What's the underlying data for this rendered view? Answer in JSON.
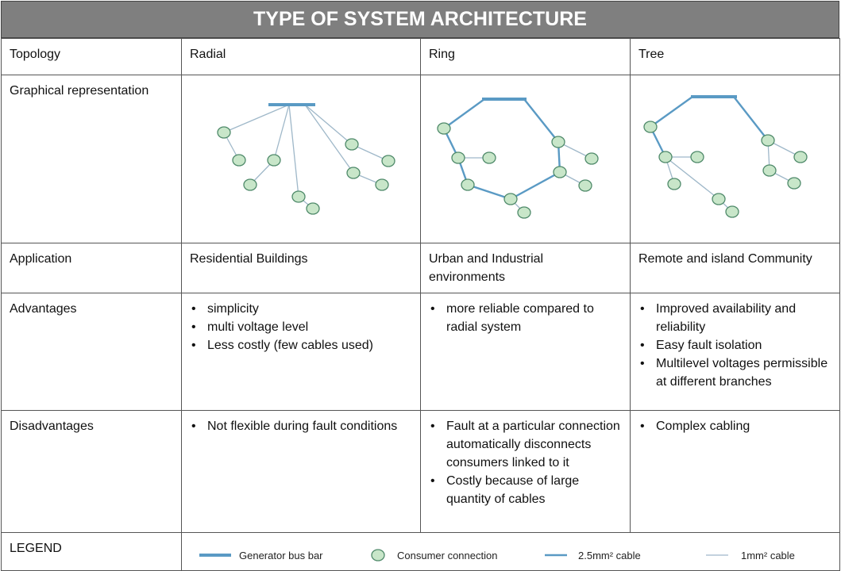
{
  "title": "TYPE OF SYSTEM ARCHITECTURE",
  "rows": {
    "topology": {
      "label": "Topology",
      "radial": "Radial",
      "ring": "Ring",
      "tree": "Tree"
    },
    "graphical": {
      "label": "Graphical representation"
    },
    "application": {
      "label": "Application",
      "radial": "Residential Buildings",
      "ring": "Urban and Industrial environments",
      "tree": "Remote and island Community"
    },
    "advantages": {
      "label": "Advantages",
      "radial": [
        "simplicity",
        "multi voltage level",
        "Less costly (few cables used)"
      ],
      "ring": [
        "more reliable compared to radial system"
      ],
      "tree": [
        "Improved availability and reliability",
        "Easy fault isolation",
        "Multilevel voltages permissible at different branches"
      ]
    },
    "disadvantages": {
      "label": "Disadvantages",
      "radial": [
        "Not flexible during fault conditions"
      ],
      "ring": [
        "Fault at a particular connection automatically disconnects consumers linked to it",
        "Costly because of large quantity of cables"
      ],
      "tree": [
        "Complex cabling"
      ]
    },
    "legend": {
      "label": "LEGEND",
      "bus_bar": "Generator bus bar",
      "consumer": "Consumer connection",
      "cable_thick": "2.5mm² cable",
      "cable_thin": "1mm² cable"
    }
  },
  "colors": {
    "title_bg": "#7f7f7f",
    "bus_bar": "#5a9ac4",
    "node_fill": "#c8e6c9",
    "node_stroke": "#4f8a6a",
    "thin_cable": "#9fb8c9",
    "thick_cable": "#5a9ac4"
  }
}
